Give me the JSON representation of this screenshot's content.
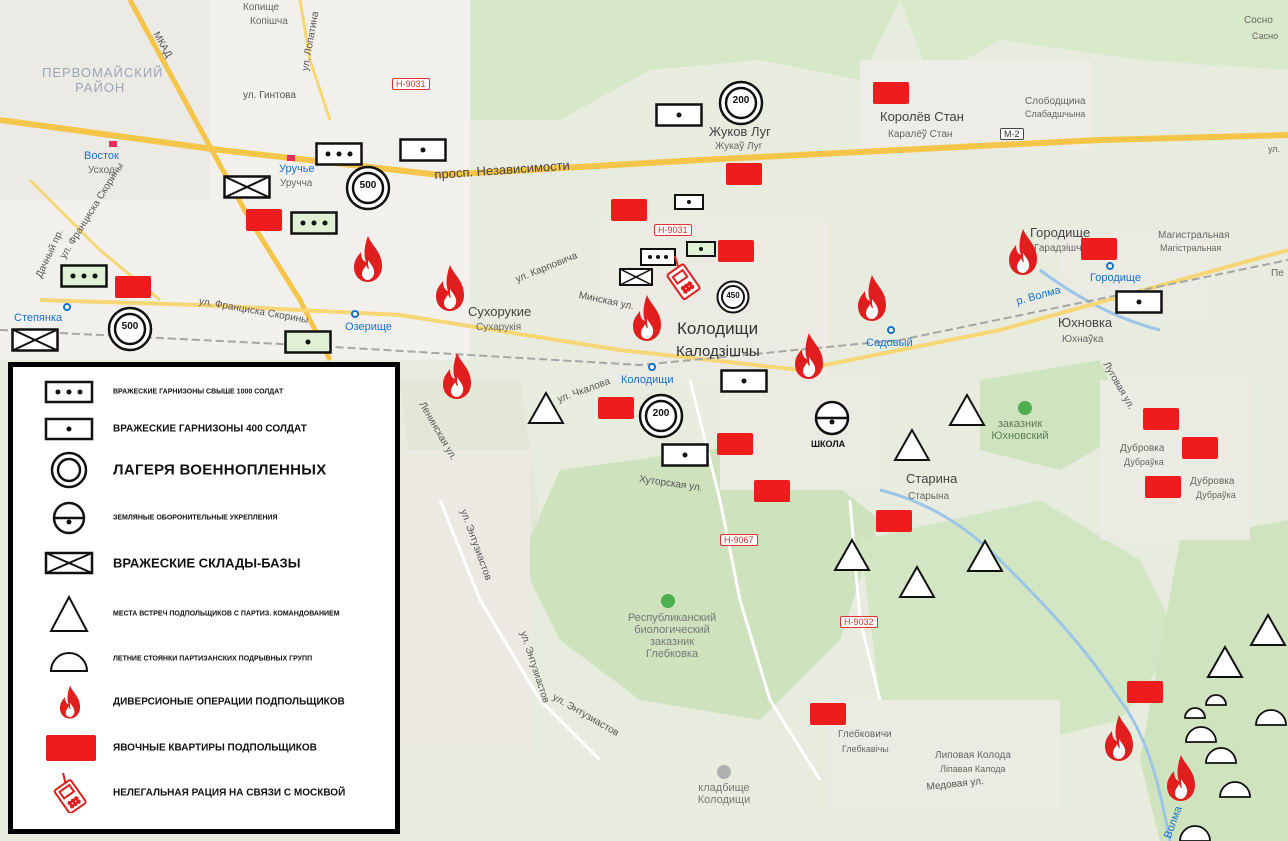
{
  "colors": {
    "accent_red": "#ee1c1c",
    "map_bg": "#e8ecdf",
    "forest": "#cfe3c0",
    "road_major": "#f5c54a",
    "river": "#9cc6e8",
    "station": "#1a6fc9"
  },
  "map": {
    "labels": {
      "kopishcha_1": "Копище",
      "kopishcha_2": "Копішча",
      "pervomaysky": "ПЕРВОМАЙСКИЙ",
      "rayon": "РАЙОН",
      "mkad": "МКАД",
      "lopatina": "ул. Лопатина",
      "gintova": "ул. Гинтова",
      "vostok_1": "Восток",
      "vostok_2": "Усход",
      "uruchye_1": "Уручье",
      "uruchye_2": "Уручча",
      "skoryny_1": "ул. Франциска Скорины",
      "skoryny_2": "ул. Франциска Скорины",
      "dachny": "Дачный пр.",
      "stepyanka": "Степянка",
      "ozerishche": "Озерище",
      "sukhorukie_1": "Сухорукие",
      "sukhorukie_2": "Сухарукія",
      "nezavisimosti": "просп. Независимости",
      "karpovicha": "ул. Карповича",
      "minskaya": "Минская ул.",
      "zhukov_1": "Жуков Луг",
      "zhukov_2": "Жукаў Луг",
      "kolodishchi_1": "Колодищи",
      "kolodishchi_2": "Калодзішчы",
      "kolodishchi_station": "Колодищи",
      "chkalova": "ул. Чкалова",
      "korolev_1": "Королёв Стан",
      "korolev_2": "Каралёў Стан",
      "slobodshchina_1": "Слободщина",
      "slobodshchina_2": "Слабадшчына",
      "gorodishche_1": "Городище",
      "gorodishche_2": "Гарадзішча",
      "gorodishche_station": "Городище",
      "magistralnaya_1": "Магистральная",
      "magistralnaya_2": "Магістральная",
      "volma": "р. Волма",
      "yukhnovka_1": "Юхновка",
      "yukhnovka_2": "Юхнаўка",
      "sadovy": "Садовый",
      "sosnovy_1": "Сосно",
      "sosnovy_2": "Сасно",
      "pe": "Пе",
      "ul_right": "ул.",
      "zakaznik_1": "заказник",
      "zakaznik_2": "Юхновский",
      "starina_1": "Старина",
      "starina_2": "Старына",
      "lugovaya": "Луговая ул.",
      "dubrovka_1a": "Дубровка",
      "dubrovka_1b": "Дубраўка",
      "dubrovka_2a": "Дубровка",
      "dubrovka_2b": "Дубраўка",
      "khutorskaya": "Хуторская ул.",
      "lenina": "Ленинская ул.",
      "entuziastov_1": "ул. Энтузиастов",
      "entuziastov_2": "ул. Энтузиастов",
      "entuziastov_3": "ул. Энтузиастов",
      "reserve_1": "Республиканский",
      "reserve_2": "биологический",
      "reserve_3": "заказник",
      "reserve_4": "Глебковка",
      "glebkovichi_1": "Глебковичи",
      "glebkovichi_2": "Глебкавічы",
      "lipovaya_1": "Липовая Колода",
      "lipovaya_2": "Ліпавая Калода",
      "medovaya": "Медовая ул.",
      "cemetery_1": "кладбище",
      "cemetery_2": "Колодищи",
      "volma_2": "Волма",
      "school": "ШКОЛА"
    },
    "shields": {
      "h9031_top": "Н-9031",
      "h9031_mid": "Н-9031",
      "m2": "М-2",
      "h9067": "Н-9067",
      "h9032": "Н-9032"
    },
    "pow_camps": {
      "camp_200_top": "200",
      "camp_500_uruchye": "500",
      "camp_500_stepyanka": "500",
      "camp_450": "450",
      "camp_200_kolodishchi": "200"
    }
  },
  "legend": {
    "items": [
      {
        "key": "garrison_1000",
        "text": "ВРАЖЕСКИЕ ГАРНИЗОНЫ СВЫШЕ 1000 СОЛДАТ"
      },
      {
        "key": "garrison_400",
        "text": "ВРАЖЕСКИЕ ГАРНИЗОНЫ 400 СОЛДАТ"
      },
      {
        "key": "pow_camps",
        "text": "ЛАГЕРЯ ВОЕННОПЛЕННЫХ"
      },
      {
        "key": "earthworks",
        "text": "ЗЕМЛЯНЫЕ ОБОРОНИТЕЛЬНЫЕ УКРЕПЛЕНИЯ"
      },
      {
        "key": "depots",
        "text": "ВРАЖЕСКИЕ СКЛАДЫ-БАЗЫ"
      },
      {
        "key": "meetings",
        "text": "МЕСТА ВСТРЕЧ ПОДПОЛЬЩИКОВ С ПАРТИЗ. КОМАНДОВАНИЕМ"
      },
      {
        "key": "camps",
        "text": "ЛЕТНИЕ СТОЯНКИ ПАРТИЗАНСКИХ ПОДРЫВНЫХ ГРУПП"
      },
      {
        "key": "sabotage",
        "text": "ДИВЕРСИОНЫЕ ОПЕРАЦИИ ПОДПОЛЬЩИКОВ"
      },
      {
        "key": "safehouses",
        "text": "ЯВОЧНЫЕ КВАРТИРЫ ПОДПОЛЬЩИКОВ"
      },
      {
        "key": "radio",
        "text": "НЕЛЕГАЛЬНАЯ РАЦИЯ НА СВЯЗИ С МОСКВОЙ"
      }
    ]
  }
}
